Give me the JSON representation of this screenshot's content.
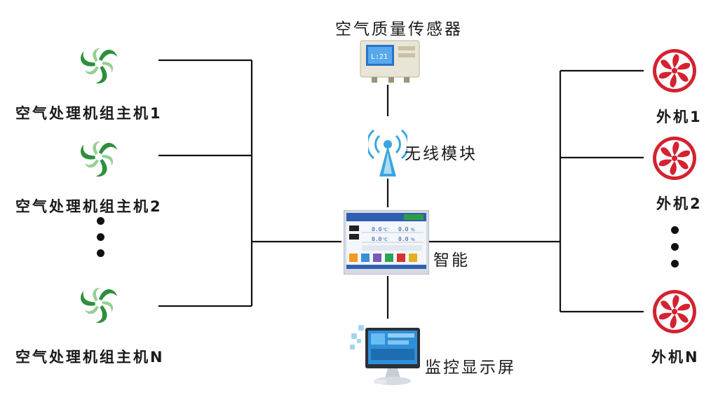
{
  "diagram": {
    "left_units": [
      {
        "label": "空气处理机组主机1"
      },
      {
        "label": "空气处理机组主机2"
      },
      {
        "label": "空气处理机组主机N"
      }
    ],
    "right_units": [
      {
        "label": "外机1"
      },
      {
        "label": "外机2"
      },
      {
        "label": "外机N"
      }
    ],
    "center": {
      "sensor_label": "空气质量传感器",
      "sensor_readout": "L:21",
      "wireless_label": "无线模块",
      "controller_label": "智能",
      "monitor_label": "监控显示屏",
      "panel_values": [
        "0.0",
        "0.0",
        "0.0",
        "0.0"
      ],
      "panel_units": [
        "℃",
        "%",
        "℃",
        "%"
      ]
    }
  },
  "colors": {
    "fan_green": "#2e8f3c",
    "fan_red": "#d42230",
    "wire": "#111111",
    "antenna_blue": "#3aa6e0"
  },
  "icons": {
    "left": "green-swirl-fan-icon",
    "right": "red-fan-icon",
    "sensor": "sensor-device-icon",
    "wireless": "antenna-tower-icon",
    "controller": "touch-panel-icon",
    "monitor": "computer-monitor-icon"
  }
}
